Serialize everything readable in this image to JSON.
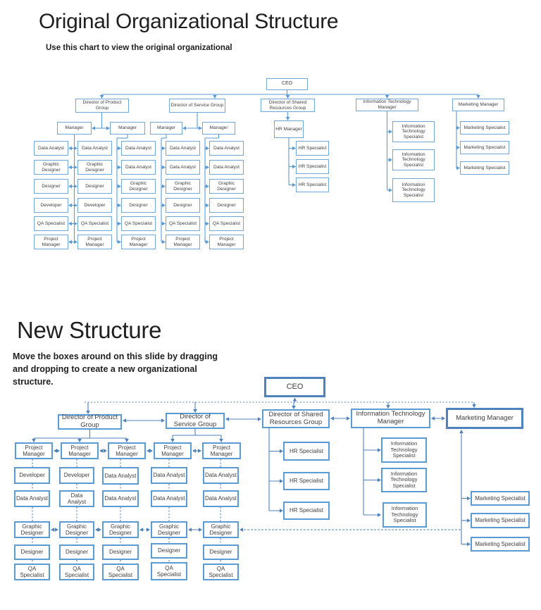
{
  "page": {
    "background": "#ffffff"
  },
  "colors": {
    "box_border_blue": "#5b9bd5",
    "connector_blue_original": "#5b9bd5",
    "connector_blue_new": "#4f81bd",
    "text_dark": "#404040"
  },
  "original_section": {
    "title": "Original Organizational Structure",
    "subtitle": "Use this chart to view the original organizational",
    "org": {
      "ceo": "CEO",
      "directors": [
        "Director of Product Group",
        "Director of Service Group",
        "Director of Shared Resources Group",
        "Information Technology Manager",
        "Marketing Manager"
      ],
      "managers": [
        "Manager",
        "Manager",
        "Manager",
        "Manager"
      ],
      "hr_manager": "HR Manager",
      "columns": [
        [
          "Data Analyst",
          "Graphic Designer",
          "Designer",
          "Developer",
          "QA Specialist",
          "Project Manager"
        ],
        [
          "Data Analyst",
          "Graphic Designer",
          "Designer",
          "Developer",
          "QA Specialist",
          "Project Manager"
        ],
        [
          "Data Analyst",
          "Data Analyst",
          "Graphic Designer",
          "Designer",
          "QA Specialist",
          "Project Manager"
        ],
        [
          "Data Analyst",
          "Data Analyst",
          "Graphic Designer",
          "Designer",
          "QA Specialist",
          "Project Manager"
        ],
        [
          "Data Analyst",
          "Data Analyst",
          "Graphic Designer",
          "Designer",
          "QA Specialist",
          "Project Manager"
        ]
      ],
      "hr_specialists": [
        "HR Specialist",
        "HR Specialist",
        "HR Specialist"
      ],
      "it_specialists": [
        "Information Technology Specialist",
        "Information Technology Specialist",
        "Information Technology Specialist"
      ],
      "marketing_specialists": [
        "Marketing Specialist",
        "Marketing Specialist",
        "Marketing Specialist"
      ]
    }
  },
  "new_section": {
    "title": "New Structure",
    "instructions": "Move the boxes around on this slide by dragging and dropping to create a new organizational structure.",
    "org": {
      "ceo": "CEO",
      "directors": [
        "Director of Product Group",
        "Director of Service Group",
        "Director of Shared Resources Group",
        "Information Technology Manager",
        "Marketing Manager"
      ],
      "columns": [
        [
          "Project Manager",
          "Developer",
          "Data Analyst",
          "Graphic Designer",
          "Designer",
          "QA Specialist"
        ],
        [
          "Project Manager",
          "Developer",
          "Data Analyst",
          "Graphic Designer",
          "Designer",
          "QA Specialist"
        ],
        [
          "Project Manager",
          "Data Analyst",
          "Data Analyst",
          "Graphic Designer",
          "Designer",
          "QA Specialist"
        ],
        [
          "Project Manager",
          "Data Analyst",
          "Data Analyst",
          "Graphic Designer",
          "Designer",
          "QA Specialist"
        ],
        [
          "Project Manager",
          "Data Analyst",
          "Data Analyst",
          "Graphic Designer",
          "Designer",
          "QA Specialist"
        ]
      ],
      "hr_specialists": [
        "HR Specialist",
        "HR Specialist",
        "HR Specialist"
      ],
      "it_specialists": [
        "Information Technology Specialist",
        "Information Technology Specialist",
        "Information Technology Specialist"
      ],
      "marketing_specialists": [
        "Marketing Specialist",
        "Marketing Specialist",
        "Marketing Specialist"
      ]
    }
  }
}
